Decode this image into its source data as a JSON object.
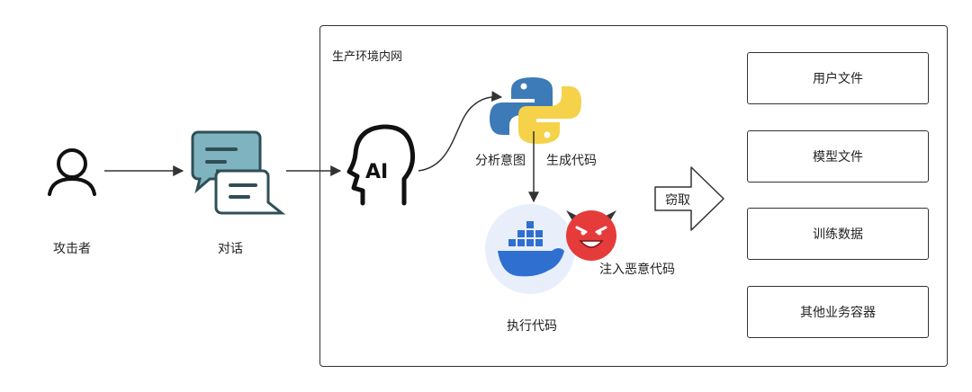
{
  "attacker": {
    "label": "攻击者"
  },
  "dialog": {
    "label": "对话"
  },
  "zone": {
    "title": "生产环境内网"
  },
  "flow": {
    "analyze_label": "分析意图",
    "generate_label": "生成代码",
    "inject_label": "注入恶意代码",
    "execute_label": "执行代码",
    "steal_label": "窃取"
  },
  "ai": {
    "text": "AI"
  },
  "assets": [
    {
      "label": "用户文件"
    },
    {
      "label": "模型文件"
    },
    {
      "label": "训练数据"
    },
    {
      "label": "其他业务容器"
    }
  ],
  "colors": {
    "python_blue": "#3d7ab8",
    "python_yellow": "#f5d24a",
    "docker_blue": "#2f6fd0",
    "docker_bg": "#e8effb",
    "devil_red": "#e63b3b",
    "bubble_teal": "#6fa9b6",
    "bubble_dark": "#2f4f57"
  }
}
